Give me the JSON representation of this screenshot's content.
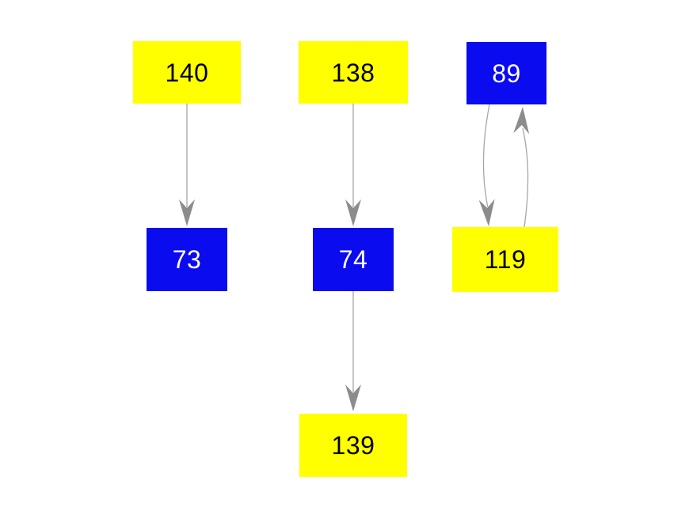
{
  "diagram": {
    "background": "#ffffff",
    "colors": {
      "node_yellow": "#ffff00",
      "node_blue": "#0b0bf0",
      "edge_line": "#a6a6a6",
      "arrowhead": "#8c8c8c",
      "label_on_yellow": "#000000",
      "label_on_blue": "#ffffff"
    },
    "nodes": [
      {
        "id": "140",
        "label": "140",
        "color": "yellow"
      },
      {
        "id": "138",
        "label": "138",
        "color": "yellow"
      },
      {
        "id": "89",
        "label": "89",
        "color": "blue"
      },
      {
        "id": "73",
        "label": "73",
        "color": "blue"
      },
      {
        "id": "74",
        "label": "74",
        "color": "blue"
      },
      {
        "id": "119",
        "label": "119",
        "color": "yellow"
      },
      {
        "id": "139",
        "label": "139",
        "color": "yellow"
      }
    ],
    "edges": [
      {
        "from": "140",
        "to": "73",
        "shape": "straight"
      },
      {
        "from": "138",
        "to": "74",
        "shape": "straight"
      },
      {
        "from": "74",
        "to": "139",
        "shape": "straight"
      },
      {
        "from": "89",
        "to": "119",
        "shape": "curved"
      },
      {
        "from": "119",
        "to": "89",
        "shape": "curved"
      }
    ]
  }
}
